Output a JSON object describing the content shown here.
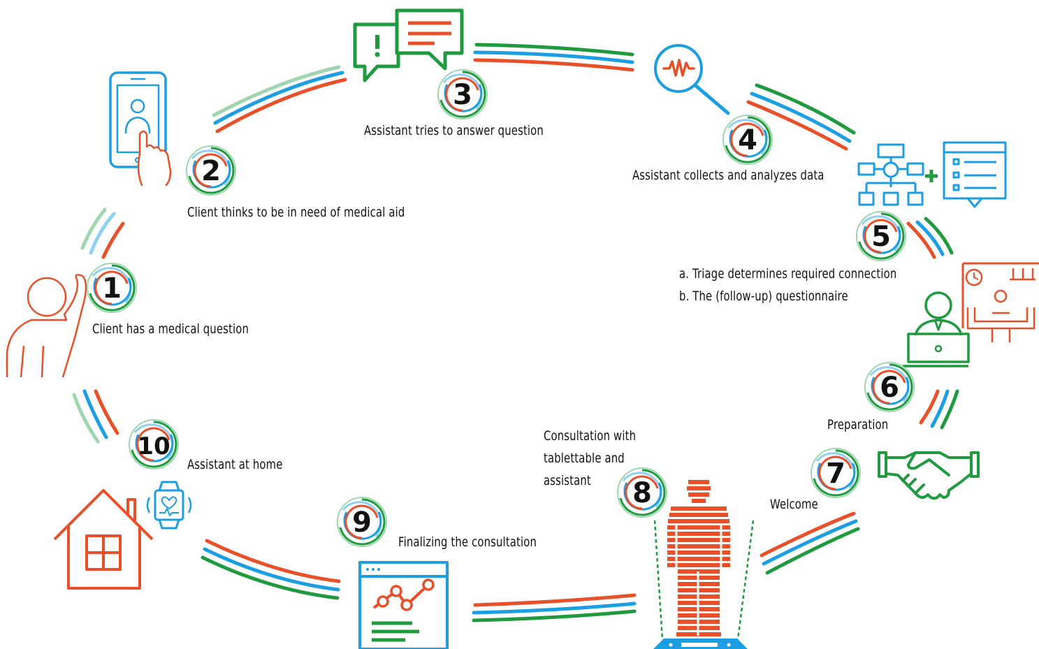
{
  "colors": {
    "orange": "#e8502a",
    "blue": "#1b9ee2",
    "green": "#1f9a3e",
    "light_green": "#9fd6b0",
    "light_blue": "#8fd0f2",
    "text": "#111111"
  },
  "steps": [
    {
      "number": "1",
      "label": "Client has a medical question",
      "icon": "thinking-person-icon"
    },
    {
      "number": "2",
      "label": "Client thinks to be in need of medical aid",
      "icon": "smartphone-touch-icon"
    },
    {
      "number": "3",
      "label": "Assistant tries to answer question",
      "icon": "chat-bubbles-icon"
    },
    {
      "number": "4",
      "label": "Assistant collects and analyzes data",
      "icon": "magnifier-pulse-icon"
    },
    {
      "number": "5",
      "lines": [
        "a. Triage determines required connection",
        "b. The (follow-up) questionnaire"
      ],
      "icon": "flowchart-form-icon"
    },
    {
      "number": "6",
      "label": "Preparation",
      "icon": "waiting-room-laptop-icon"
    },
    {
      "number": "7",
      "label": "Welcome",
      "icon": "handshake-icon"
    },
    {
      "number": "8",
      "lines": [
        "Consultation with",
        "tablettable and",
        "assistant"
      ],
      "icon": "body-scan-icon"
    },
    {
      "number": "9",
      "label": "Finalizing the consultation",
      "icon": "chart-window-icon"
    },
    {
      "number": "10",
      "label": "Assistant at home",
      "icon": "house-smartwatch-icon"
    }
  ]
}
